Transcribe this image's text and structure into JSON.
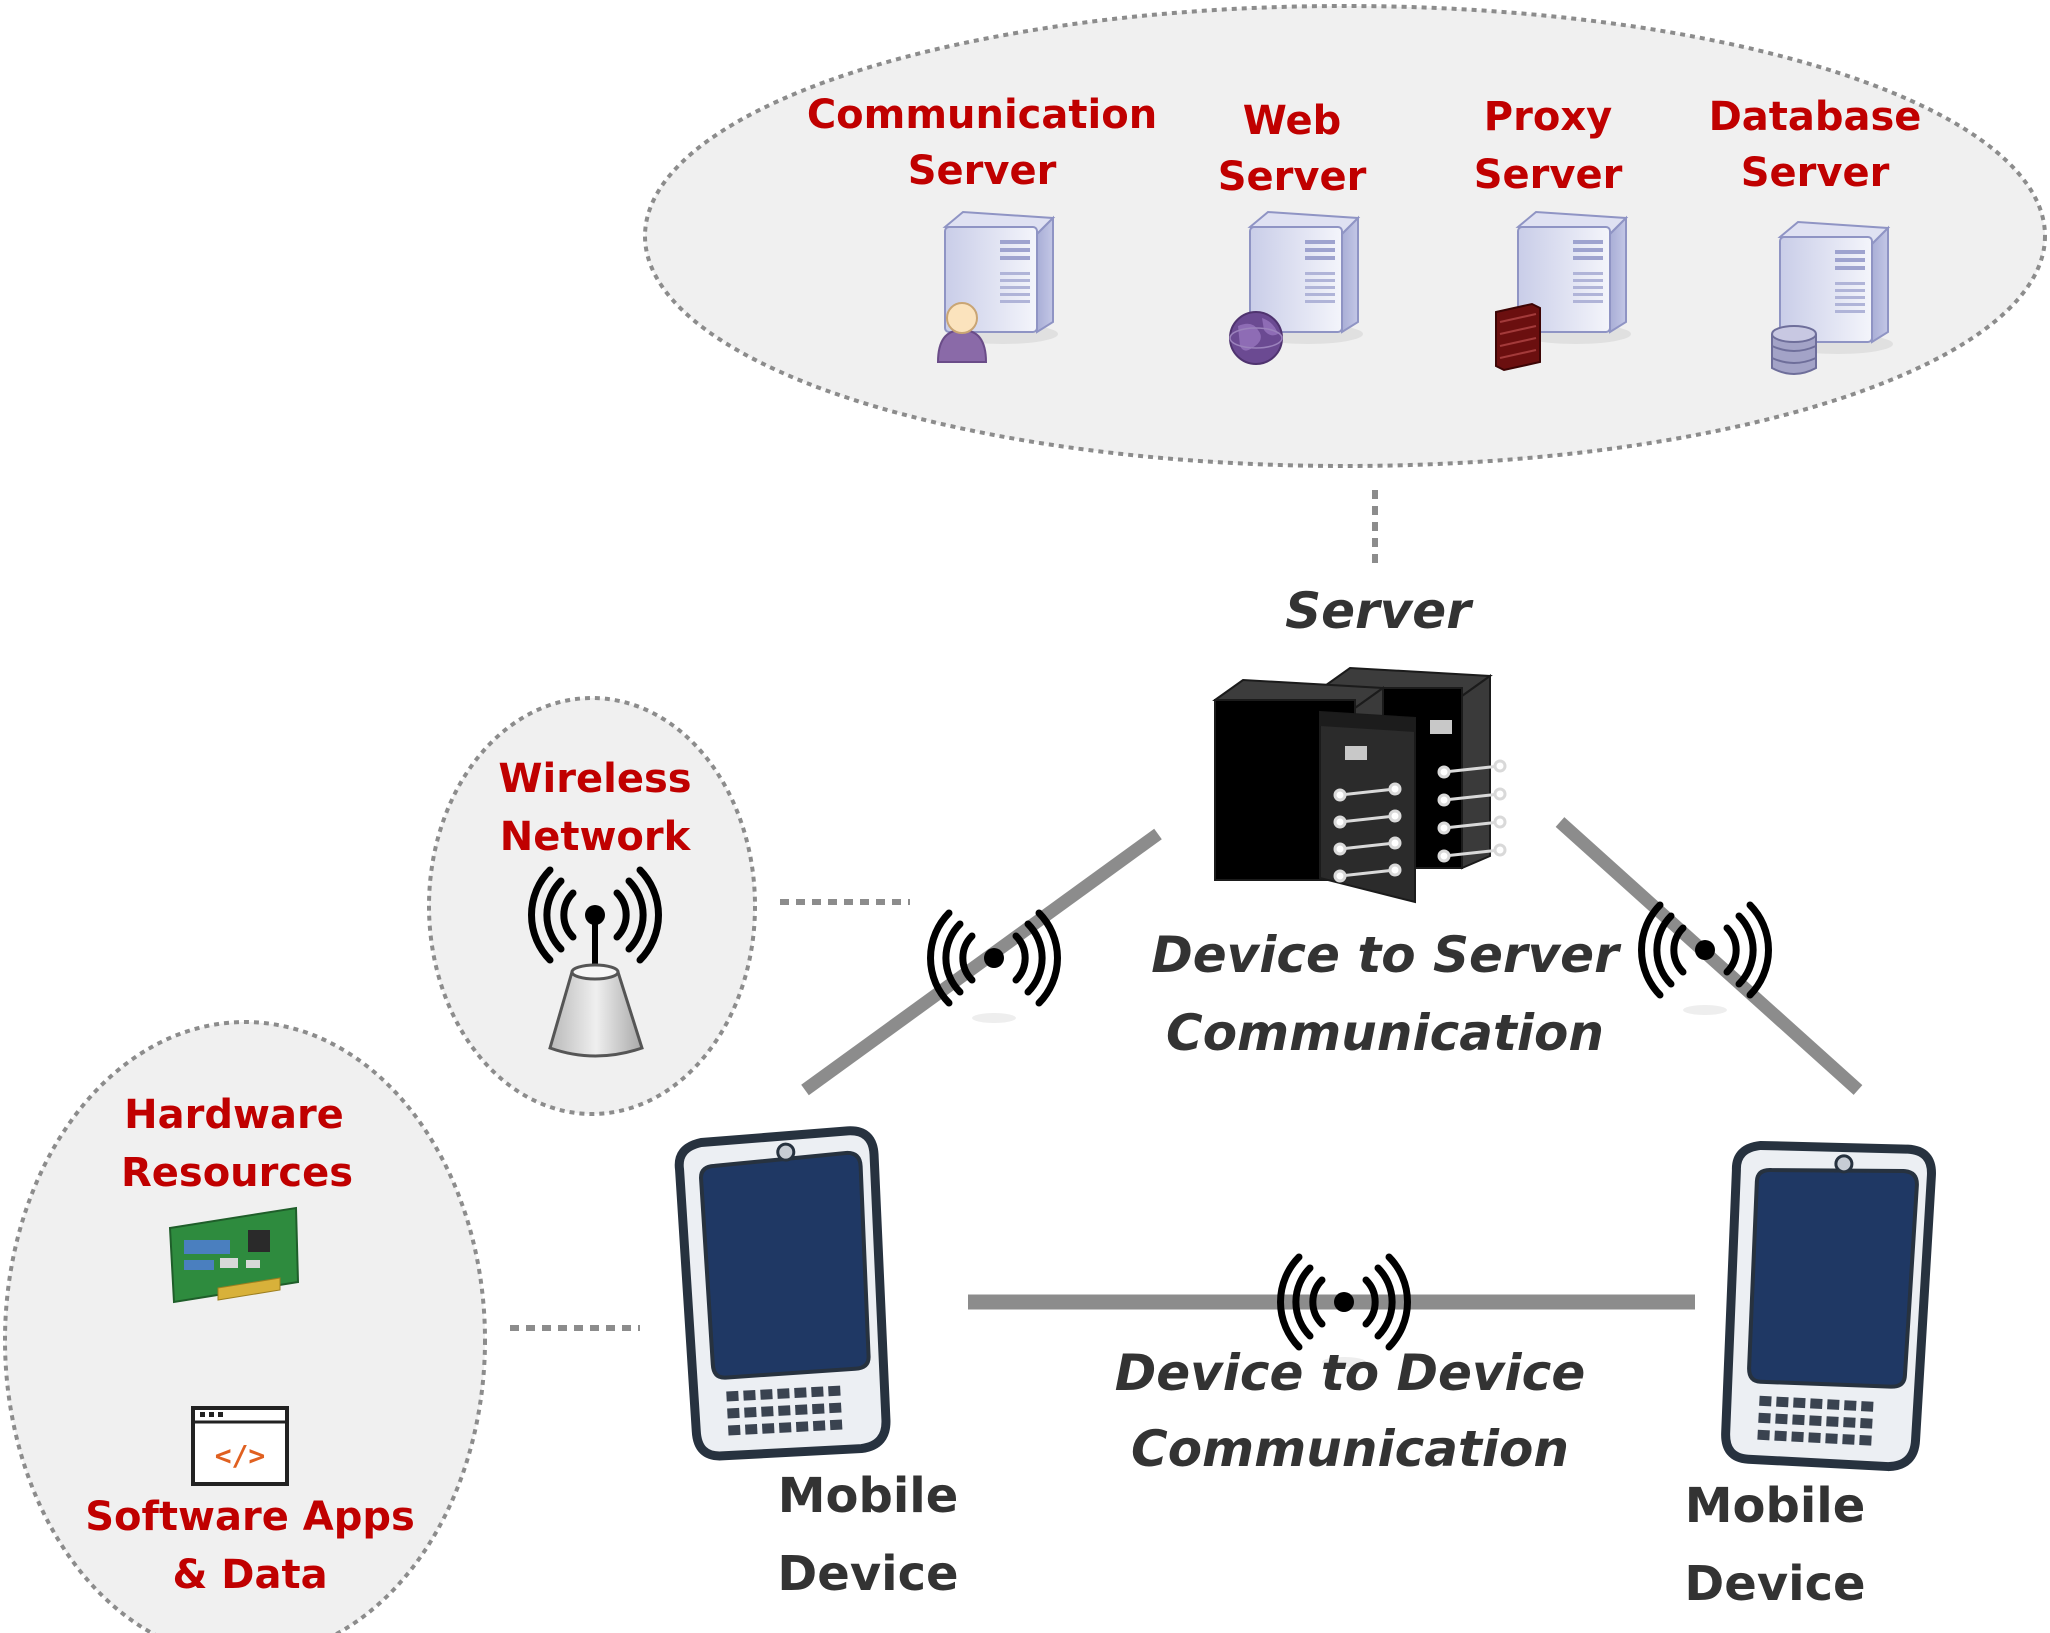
{
  "server_cluster": {
    "servers": [
      {
        "line1": "Communication",
        "line2": "Server",
        "icon": "user-icon"
      },
      {
        "line1": "Web",
        "line2": "Server",
        "icon": "globe-icon"
      },
      {
        "line1": "Proxy",
        "line2": "Server",
        "icon": "firewall-icon"
      },
      {
        "line1": "Database",
        "line2": "Server",
        "icon": "database-icon"
      }
    ]
  },
  "server": {
    "label": "Server"
  },
  "wireless_network": {
    "line1": "Wireless",
    "line2": "Network"
  },
  "device_resources": {
    "hardware": {
      "line1": "Hardware",
      "line2": "Resources"
    },
    "software": {
      "line1": "Software Apps",
      "line2": "& Data"
    }
  },
  "device_to_server": {
    "line1": "Device to Server",
    "line2": "Communication"
  },
  "device_to_device": {
    "line1": "Device to Device",
    "line2": "Communication"
  },
  "mobile_left": {
    "line1": "Mobile",
    "line2": "Device"
  },
  "mobile_right": {
    "line1": "Mobile",
    "line2": "Device"
  },
  "colors": {
    "accent_red": "#c00000",
    "text_dark": "#333333",
    "link_gray": "#8c8c8c",
    "screen_blue": "#1f3864"
  }
}
